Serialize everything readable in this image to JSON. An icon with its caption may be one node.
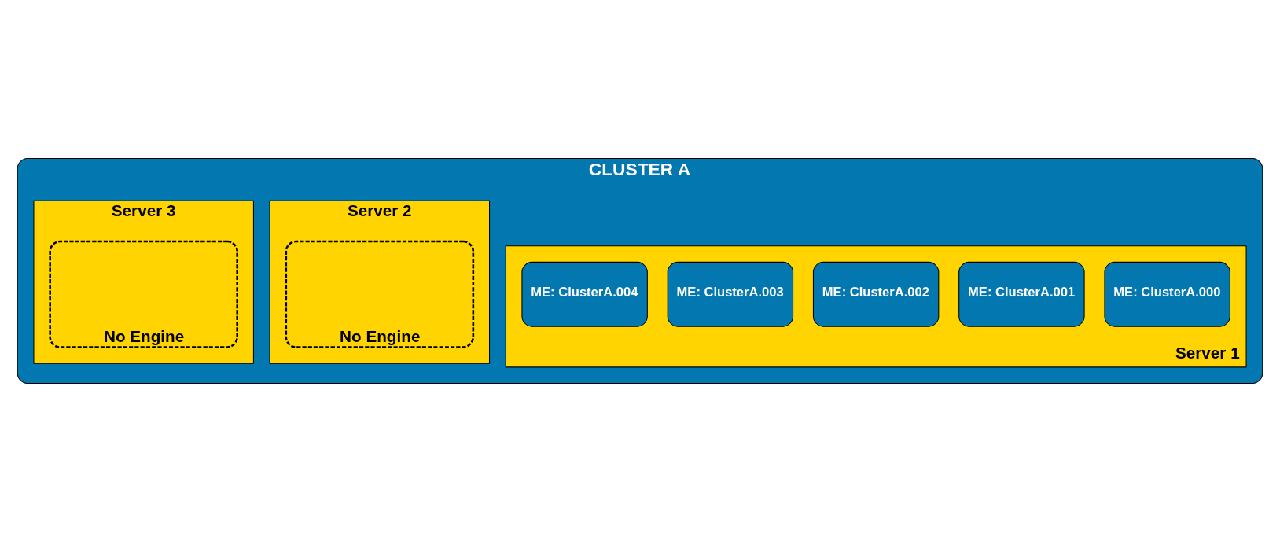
{
  "diagram": {
    "nodes": [
      {
        "text": [
          "CLUSTER A"
        ]
      },
      {
        "text": [
          "Server 1"
        ],
        "in": 0
      },
      {
        "text": [
          "ME: ClusterA.000"
        ],
        "in": 1
      },
      {
        "text": [
          "ME: ClusterA.001"
        ],
        "in": 1
      },
      {
        "text": [
          "ME: ClusterA.002"
        ],
        "in": 1
      },
      {
        "text": [
          "ME: ClusterA.003"
        ],
        "in": 1
      },
      {
        "text": [
          "ME: ClusterA.004"
        ],
        "in": 1
      },
      {
        "text": [
          "Server 2"
        ],
        "in": 0
      },
      {
        "text": [
          "No Engine"
        ],
        "in": 7
      },
      {
        "text": [
          "Server 3"
        ],
        "in": 0
      },
      {
        "text": [
          "No Engine"
        ],
        "in": 9
      }
    ],
    "edges": []
  }
}
